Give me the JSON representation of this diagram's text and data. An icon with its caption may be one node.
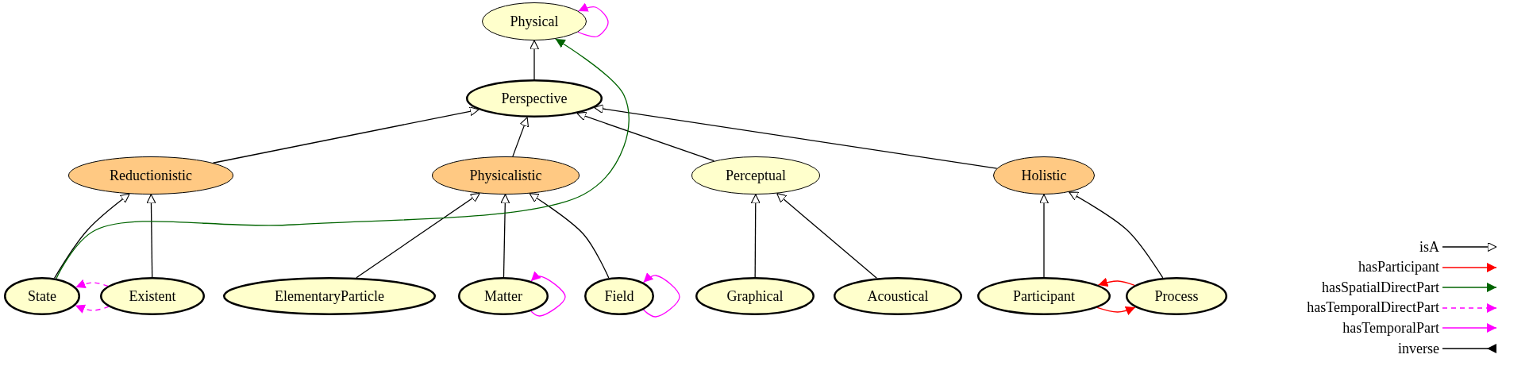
{
  "diagram": {
    "nodes": [
      {
        "text": [
          "Physical"
        ]
      },
      {
        "text": [
          "Perspective"
        ]
      },
      {
        "text": [
          "Reductionistic"
        ]
      },
      {
        "text": [
          "Physicalistic"
        ]
      },
      {
        "text": [
          "Perceptual"
        ]
      },
      {
        "text": [
          "Holistic"
        ]
      },
      {
        "text": [
          "State"
        ]
      },
      {
        "text": [
          "Existent"
        ]
      },
      {
        "text": [
          "ElementaryParticle"
        ]
      },
      {
        "text": [
          "Matter"
        ]
      },
      {
        "text": [
          "Field"
        ]
      },
      {
        "text": [
          "Graphical"
        ]
      },
      {
        "text": [
          "Acoustical"
        ]
      },
      {
        "text": [
          "Participant"
        ]
      },
      {
        "text": [
          "Process"
        ]
      }
    ],
    "edges": [
      {
        "from": 1,
        "to": 0,
        "arrow": "to"
      },
      {
        "from": 2,
        "to": 1,
        "arrow": "to"
      },
      {
        "from": 3,
        "to": 1,
        "arrow": "to"
      },
      {
        "from": 4,
        "to": 1,
        "arrow": "to"
      },
      {
        "from": 5,
        "to": 1,
        "arrow": "to"
      },
      {
        "from": 6,
        "to": 2,
        "arrow": "to"
      },
      {
        "from": 7,
        "to": 2,
        "arrow": "to"
      },
      {
        "from": 8,
        "to": 3,
        "arrow": "to"
      },
      {
        "from": 9,
        "to": 3,
        "arrow": "to"
      },
      {
        "from": 10,
        "to": 3,
        "arrow": "to"
      },
      {
        "from": 11,
        "to": 4,
        "arrow": "to"
      },
      {
        "from": 12,
        "to": 4,
        "arrow": "to"
      },
      {
        "from": 13,
        "to": 5,
        "arrow": "to"
      },
      {
        "from": 14,
        "to": 5,
        "arrow": "to"
      },
      {
        "from": 0,
        "to": 0,
        "arrow": "to",
        "color": "#ff00ff"
      },
      {
        "from": 6,
        "to": 0,
        "arrow": "to",
        "color": "#006400"
      },
      {
        "from": 7,
        "to": 6,
        "arrow": "to",
        "style": "dashed",
        "color": "#ff00ff"
      },
      {
        "from": 7,
        "to": 6,
        "arrow": "to",
        "style": "dashed",
        "color": "#ff00ff"
      },
      {
        "from": 9,
        "to": 9,
        "arrow": "to",
        "color": "#ff00ff"
      },
      {
        "from": 10,
        "to": 10,
        "arrow": "to",
        "color": "#ff00ff"
      },
      {
        "from": 14,
        "to": 13,
        "arrow": "to",
        "color": "#ff0000"
      },
      {
        "from": 13,
        "to": 14,
        "arrow": "to",
        "color": "#ff0000"
      }
    ],
    "legend": [
      {
        "text": "isA"
      },
      {
        "text": "hasParticipant"
      },
      {
        "text": "hasSpatialDirectPart"
      },
      {
        "text": "hasTemporalDirectPart"
      },
      {
        "text": "hasTemporalPart"
      },
      {
        "text": "inverse"
      }
    ]
  }
}
